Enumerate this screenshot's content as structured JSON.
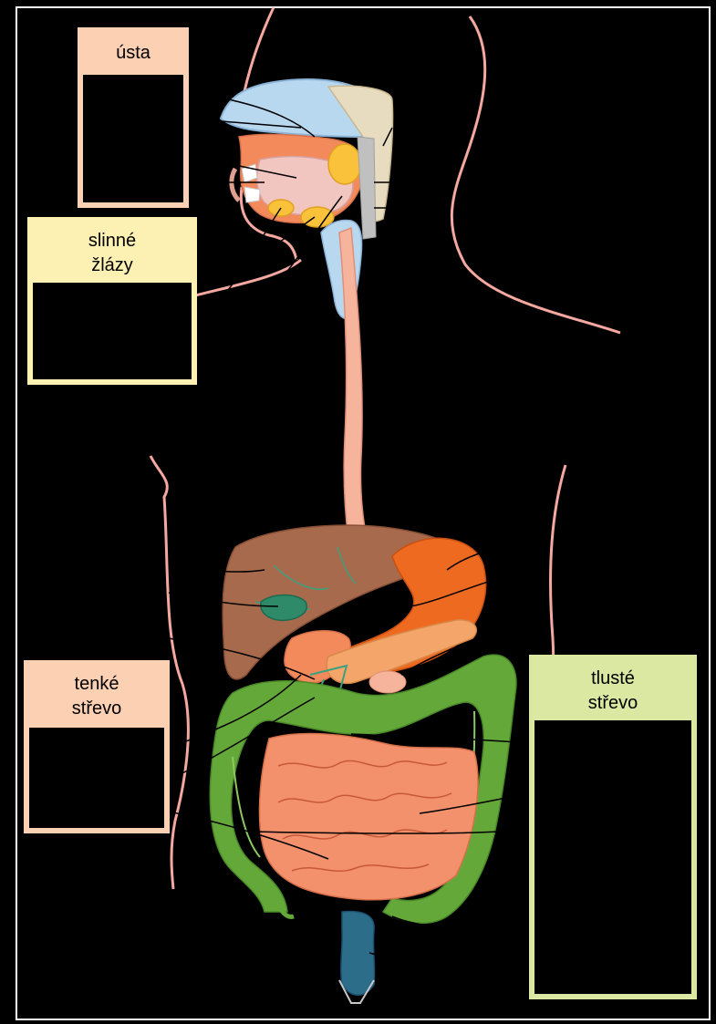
{
  "labels": {
    "mouth": "ústa",
    "salivary_line1": "slinné",
    "salivary_line2": "žlázy",
    "small_intestine_line1": "tenké",
    "small_intestine_line2": "střevo",
    "large_intestine_line1": "tlusté",
    "large_intestine_line2": "střevo"
  },
  "colors": {
    "background": "#000000",
    "mouth_header": "#fbd0b3",
    "salivary_header": "#fdf0b3",
    "small_intestine_header": "#fbd0b3",
    "large_intestine_header": "#dbe8a2",
    "body_outline": "#f4a8a0",
    "esophagus": "#f6b49c",
    "liver": "#a86a4c",
    "stomach": "#ee6a20",
    "gallbladder": "#2e8a68",
    "pancreas": "#f3a56a",
    "small_intestine": "#f2916c",
    "large_intestine": "#64a83a",
    "rectum": "#2c6e8a",
    "tongue": "#f1c5c0",
    "pharynx": "#b8d8f0"
  }
}
